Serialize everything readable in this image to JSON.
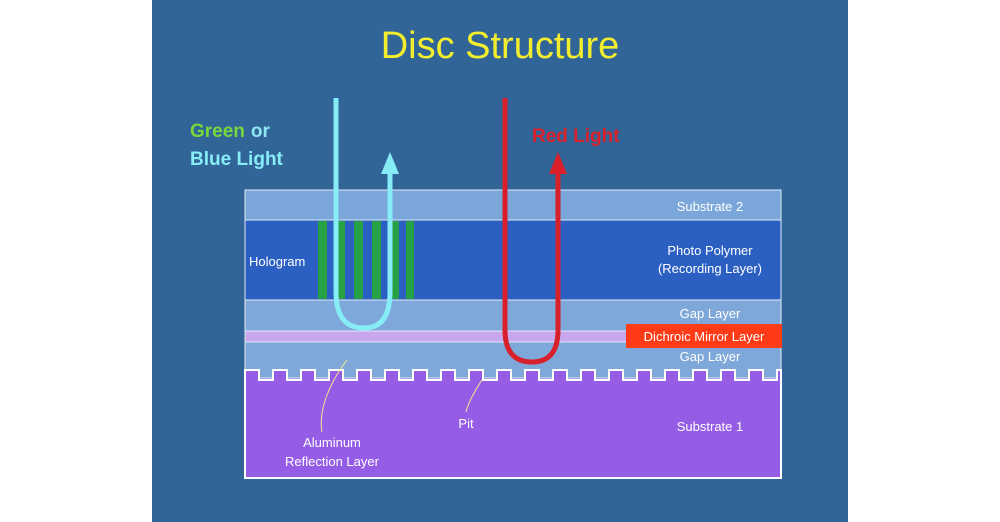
{
  "title": "Disc Structure",
  "light_labels": {
    "green_word": "Green",
    "or_word": "or",
    "blue_light": "Blue Light",
    "red_light": "Red Light"
  },
  "layers": {
    "substrate_2": "Substrate 2",
    "photo_polymer_line1": "Photo Polymer",
    "photo_polymer_line2": "(Recording Layer)",
    "hologram": "Hologram",
    "gap_layer_top": "Gap Layer",
    "dichroic_mirror": "Dichroic Mirror Layer",
    "gap_layer_bottom": "Gap Layer",
    "pit": "Pit",
    "aluminum_line1": "Aluminum",
    "aluminum_line2": "Reflection Layer",
    "substrate_1": "Substrate 1"
  },
  "colors": {
    "background": "#326597",
    "title": "#f2ee2e",
    "green_text": "#76d83c",
    "or_text": "#8ee6f2",
    "blue_light": "#86ecf6",
    "red_light": "#d8202b",
    "substrate_2": "#7aa6d9",
    "photo_polymer": "#2b60c2",
    "gap_layer": "#7fa8da",
    "dichroic_band": "#c9a7ec",
    "dichroic_label_bg": "#ff3a16",
    "substrate_1": "#955ce6",
    "hologram_stripes": "#27a146",
    "annotation_leader": "#f3e48c"
  }
}
